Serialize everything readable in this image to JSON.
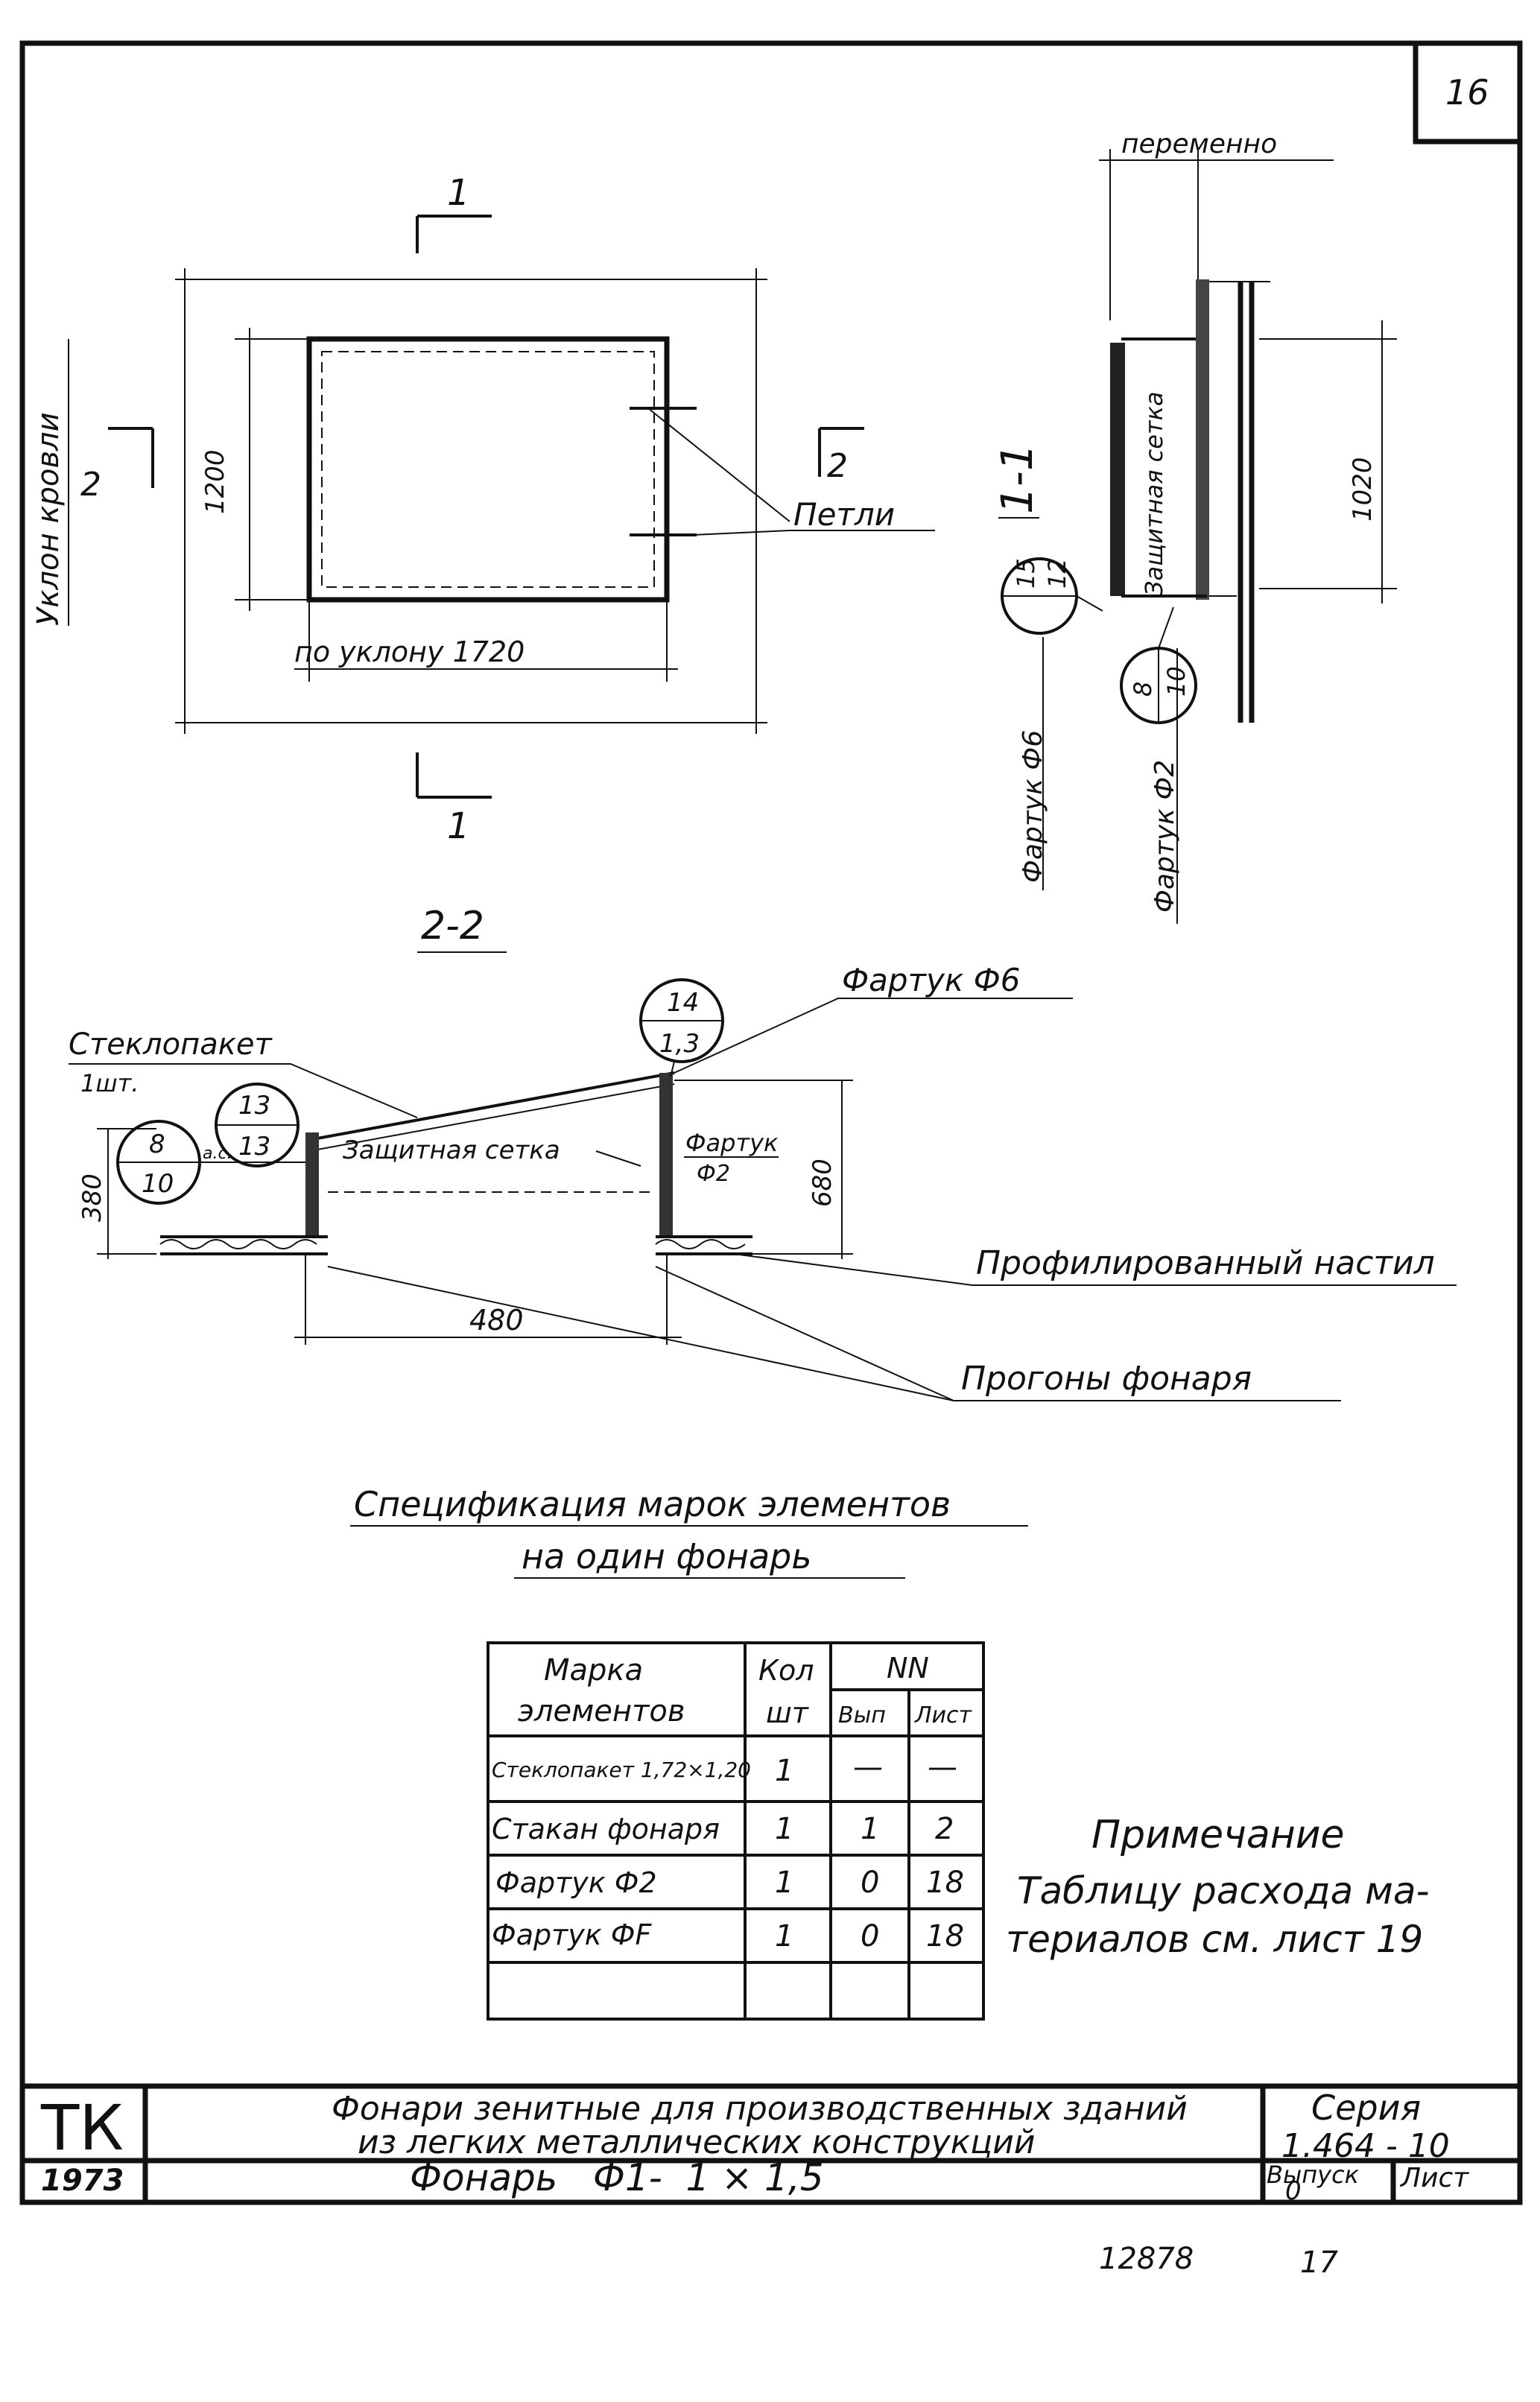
{
  "sheet": {
    "page_number": "16",
    "bottom_number": "12878",
    "bottom_page": "17"
  },
  "plan": {
    "section_mark_top": "1",
    "section_mark_bottom": "1",
    "section_mark_left": "2",
    "section_mark_right": "2",
    "slope_label": "Уклон кровли",
    "width_dim": "1200",
    "length_dim": "по уклону 1720",
    "hinges_label": "Петли"
  },
  "section_1_1": {
    "title": "1-1",
    "variable_label": "переменно",
    "height_dim": "1020",
    "mesh_label": "Защитная сетка",
    "ref_a_top": "15",
    "ref_a_bottom": "12",
    "ref_b_top": "8",
    "ref_b_bottom": "10",
    "apron_f6": "Фартук Ф6",
    "apron_f2": "Фартук Ф2"
  },
  "section_2_2": {
    "title": "2-2",
    "glass_unit": "Стеклопакет",
    "glass_qty": "1шт.",
    "ref_13_top": "13",
    "ref_13_bottom": "13",
    "ref_8_top": "8",
    "ref_8_bottom": "10",
    "ref_8_note": "а.с.",
    "ref_14_top": "14",
    "ref_14_bottom": "1,3",
    "mesh_label": "Защитная сетка",
    "apron_f2_line1": "Фартук",
    "apron_f2_line2": "Ф2",
    "apron_f6": "Фартук Ф6",
    "dim_380": "380",
    "dim_680": "680",
    "dim_480": "480",
    "deck_label": "Профилированный настил",
    "purlins_label": "Прогоны фонаря"
  },
  "spec": {
    "title_line1": "Спецификация марок элементов",
    "title_line2": "на один фонарь",
    "headers": {
      "mark_line1": "Марка",
      "mark_line2": "элементов",
      "qty_line1": "Кол",
      "qty_line2": "шт",
      "nn": "NN",
      "issue": "Вып",
      "sheet": "Лист"
    },
    "rows": [
      {
        "mark": "Стеклопакет 1,72×1,20",
        "qty": "1",
        "issue": "—",
        "sheet": "—"
      },
      {
        "mark": "Стакан фонаря",
        "qty": "1",
        "issue": "1",
        "sheet": "2"
      },
      {
        "mark": "Фартук Ф2",
        "qty": "1",
        "issue": "0",
        "sheet": "18"
      },
      {
        "mark": "Фартук ФF",
        "qty": "1",
        "issue": "0",
        "sheet": "18"
      },
      {
        "mark": "",
        "qty": "",
        "issue": "",
        "sheet": ""
      }
    ]
  },
  "note": {
    "heading": "Примечание",
    "line1": "Таблицу расхода ма-",
    "line2": "териалов см. лист 19"
  },
  "title_block": {
    "org": "ТК",
    "year": "1973",
    "title_line1": "Фонари зенитные для производственных зданий",
    "title_line2": "из легких металлических конструкций",
    "series_label": "Серия",
    "series_value": "1.464 - 10",
    "drawing_name": "Фонарь   Ф1-  1 × 1,5",
    "issue_label": "Выпуск",
    "issue_value": "0",
    "sheet_label": "Лист"
  }
}
